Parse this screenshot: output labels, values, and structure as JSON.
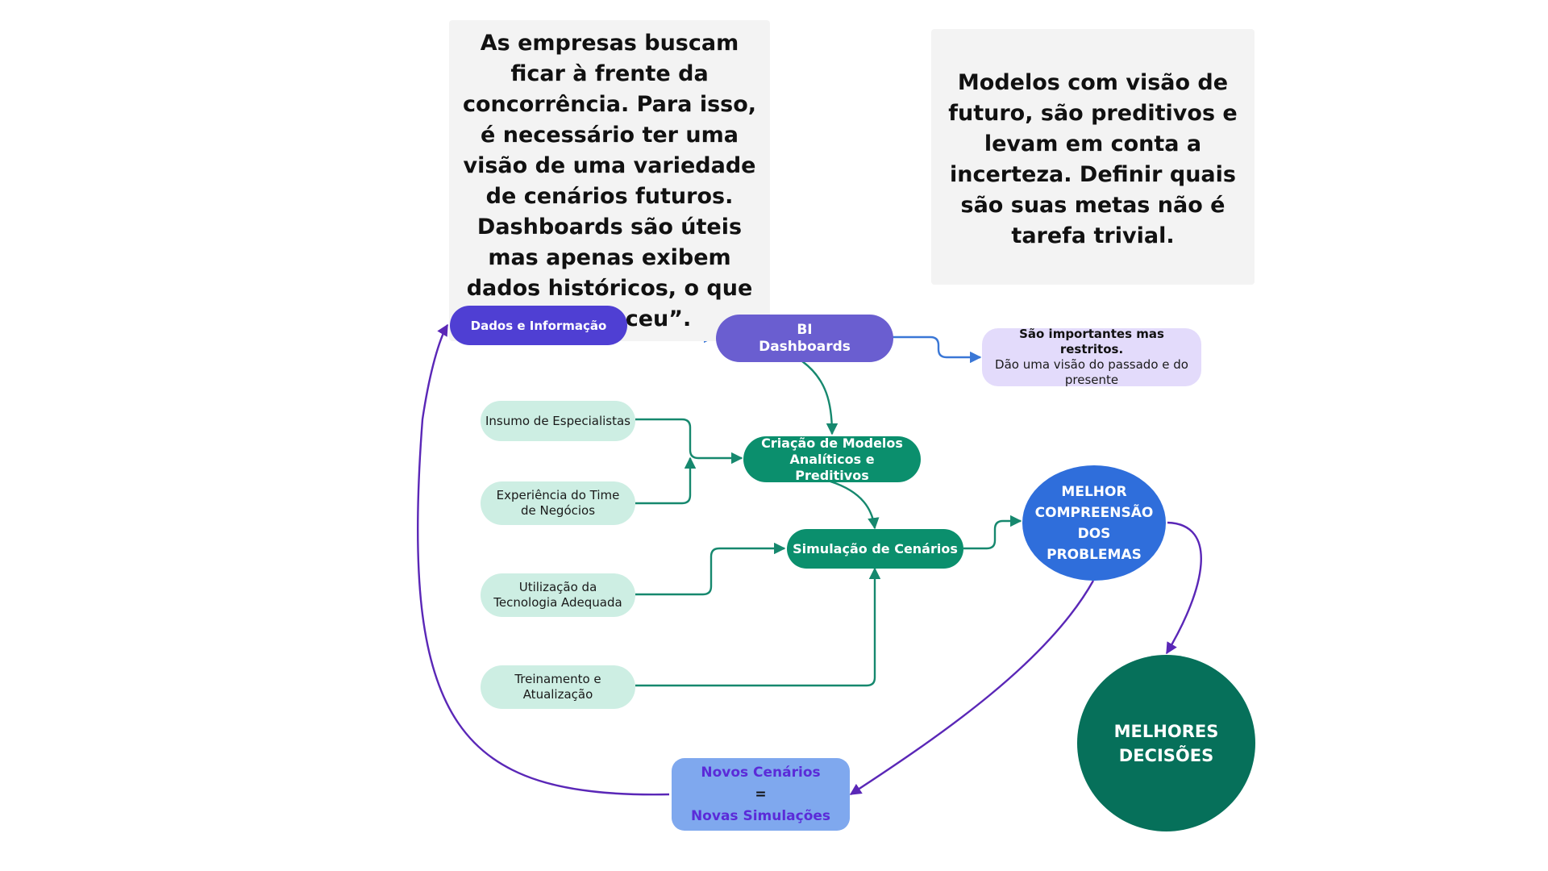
{
  "colors": {
    "indigo": "#4f3fd3",
    "violet": "#6a5ed0",
    "lavender": "#e3dbfb",
    "mint": "#cdeee3",
    "green": "#0b8f6d",
    "blue_circle": "#2f6edb",
    "dark_green": "#06705a",
    "light_blue": "#7fa8ee",
    "purple_text": "#5b2bd8",
    "blue_arrow": "#3a77d6",
    "green_arrow": "#16886e",
    "purple_arrow": "#5a27b7"
  },
  "note_left": "As empresas buscam ficar à frente da concorrência. Para isso, é necessário ter uma visão de uma variedade de cenários futuros. Dashboards são úteis mas apenas exibem dados históricos, o que “aconteceu”.",
  "note_right": "Modelos com visão de futuro, são preditivos e levam em conta a incerteza. Definir quais são suas metas não é tarefa trivial.",
  "nodes": {
    "dados": "Dados e Informação",
    "bi": "BI\nDashboards",
    "restritos_title": "São importantes mas restritos.",
    "restritos_body": "Dão uma visão do passado e do presente",
    "insumo": "Insumo de Especialistas",
    "experiencia": "Experiência do Time de Negócios",
    "criacao": "Criação de Modelos Analíticos e Preditivos",
    "tecnologia": "Utilização da Tecnologia Adequada",
    "simulacao": "Simulação de Cenários",
    "treinamento": "Treinamento e Atualização",
    "melhor": "MELHOR COMPREENSÃO DOS PROBLEMAS",
    "melhores": "MELHORES DECISÕES",
    "novos_1": "Novos Cenários",
    "novos_eq": "=",
    "novos_2": "Novas Simulações"
  }
}
